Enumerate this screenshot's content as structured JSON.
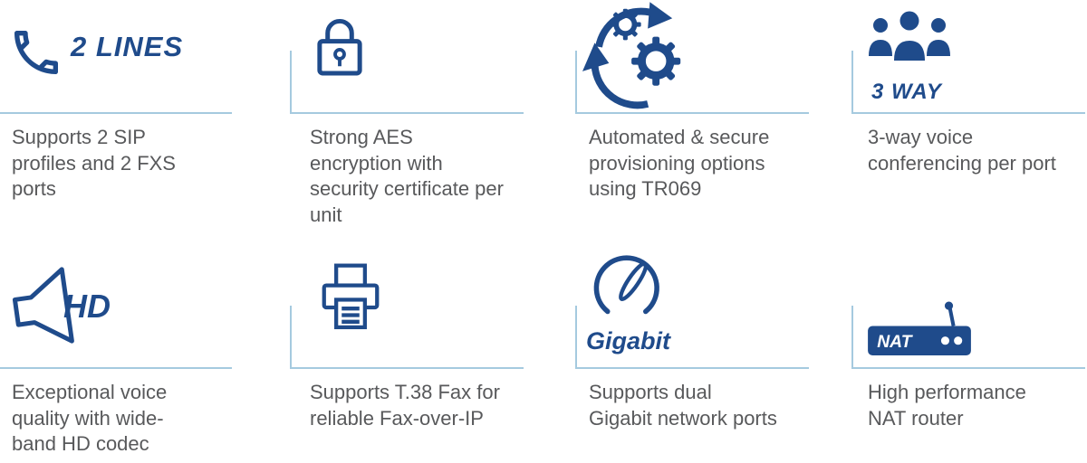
{
  "colors": {
    "icon_blue": "#1f4b8b",
    "text_gray": "#58595b",
    "line_light_blue": "#a5cadf",
    "nat_text": "#ffffff"
  },
  "features": [
    {
      "label": "2 LINES",
      "icon": "phone-icon",
      "text": "Supports 2 SIP profiles and 2 FXS ports"
    },
    {
      "label": "",
      "icon": "lock-icon",
      "text": "Strong AES encryption with security certificate per unit"
    },
    {
      "label": "",
      "icon": "gears-sync-icon",
      "text": "Automated & secure provisioning options using TR069"
    },
    {
      "label": "3 WAY",
      "icon": "people-group-icon",
      "text": "3-way voice conferencing  per port"
    },
    {
      "label": "HD",
      "icon": "speaker-hd-icon",
      "text": "Exceptional voice quality with wide-band HD codec"
    },
    {
      "label": "",
      "icon": "fax-printer-icon",
      "text": "Supports T.38 Fax for reliable Fax-over-IP"
    },
    {
      "label": "Gigabit",
      "icon": "gauge-icon",
      "text": "Supports dual Gigabit network ports"
    },
    {
      "label": "NAT",
      "icon": "router-icon",
      "text": "High performance NAT router"
    }
  ]
}
